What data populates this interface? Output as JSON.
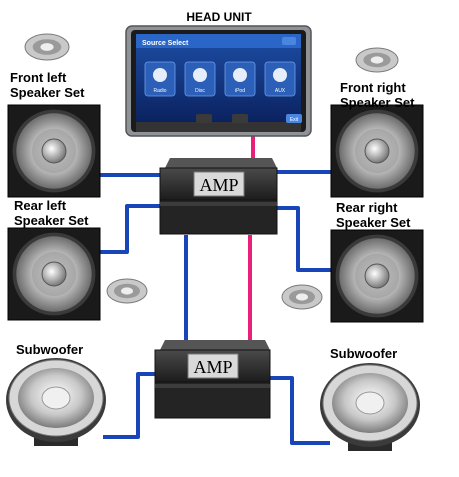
{
  "head_unit": {
    "title": "HEAD UNIT",
    "screen_title": "Source Select",
    "sources": [
      "Radio",
      "Disc",
      "iPod",
      "AUX"
    ],
    "exit_label": "Exit"
  },
  "amplifiers": [
    {
      "label": "AMP"
    },
    {
      "label": "AMP"
    }
  ],
  "speakers": {
    "front_left": [
      "Front left",
      "Speaker Set"
    ],
    "front_right": [
      "Front right",
      "Speaker  Set"
    ],
    "rear_left": [
      "Rear left",
      "Speaker Set"
    ],
    "rear_right": [
      "Rear right",
      "Speaker Set"
    ],
    "sub_left": "Subwoofer",
    "sub_right": "Subwoofer"
  },
  "colors": {
    "speaker_wire": "#1846b8",
    "signal_wire": "#e8207a",
    "amp_body": "#2e2e2e",
    "amp_label_bg": "#d9d9d9"
  }
}
